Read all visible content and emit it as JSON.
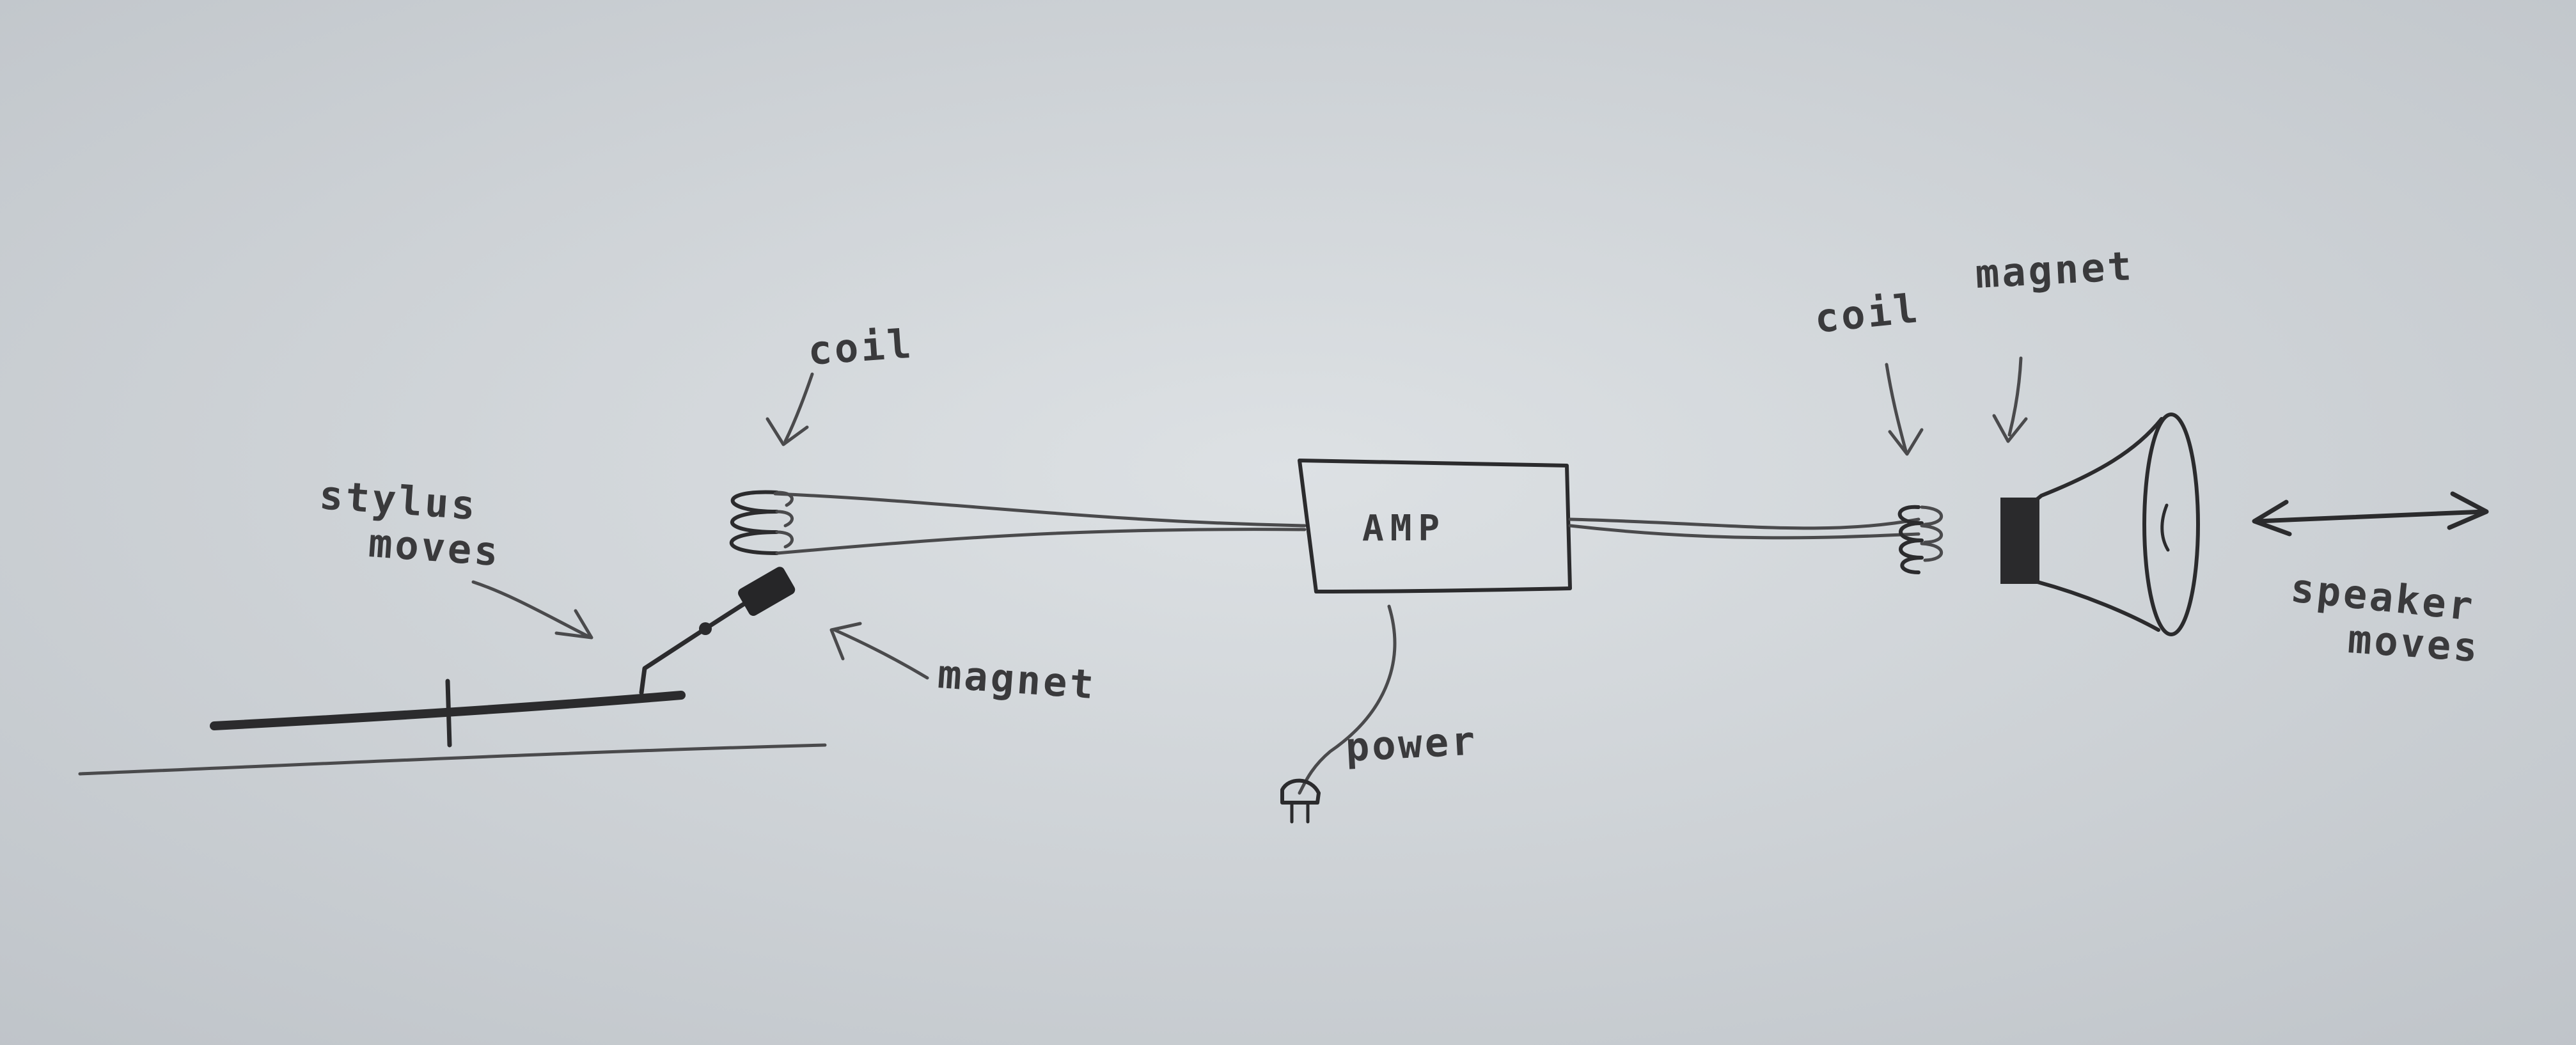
{
  "labels": {
    "stylus_line1": "stylus",
    "stylus_line2": "moves",
    "coil_left": "coil",
    "magnet_left": "magnet",
    "amp": "AMP",
    "power": "power",
    "coil_right": "coil",
    "magnet_right": "magnet",
    "speaker_line1": "speaker",
    "speaker_line2": "moves"
  }
}
